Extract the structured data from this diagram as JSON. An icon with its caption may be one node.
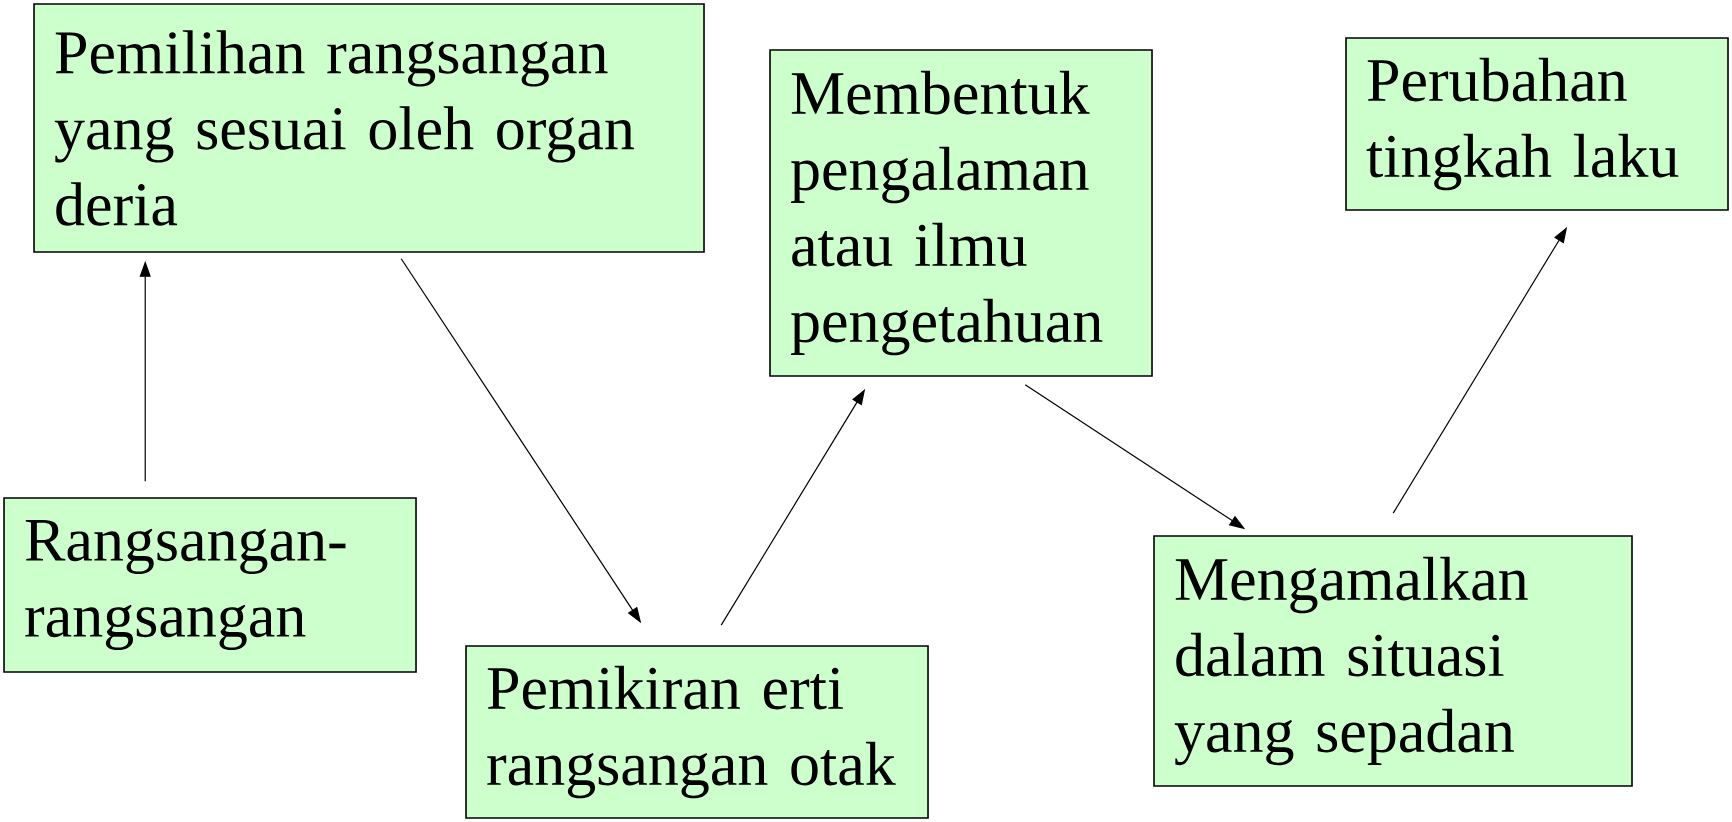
{
  "diagram": {
    "nodes": [
      {
        "text": [
          "Rangsangan-rangsangan"
        ]
      },
      {
        "text": [
          "Pemilihan rangsangan yang sesuai oleh organ deria"
        ]
      },
      {
        "text": [
          "Pemikiran erti rangsangan otak"
        ]
      },
      {
        "text": [
          "Membentuk pengalaman atau ilmu pengetahuan"
        ]
      },
      {
        "text": [
          "Mengamalkan dalam situasi yang sepadan"
        ]
      },
      {
        "text": [
          "Perubahan tingkah laku"
        ]
      }
    ],
    "edges": [
      {
        "from": 0,
        "to": 1,
        "arrow": "to"
      },
      {
        "from": 1,
        "to": 2,
        "arrow": "to"
      },
      {
        "from": 2,
        "to": 3,
        "arrow": "to"
      },
      {
        "from": 3,
        "to": 4,
        "arrow": "to"
      },
      {
        "from": 4,
        "to": 5,
        "arrow": "to"
      }
    ]
  }
}
